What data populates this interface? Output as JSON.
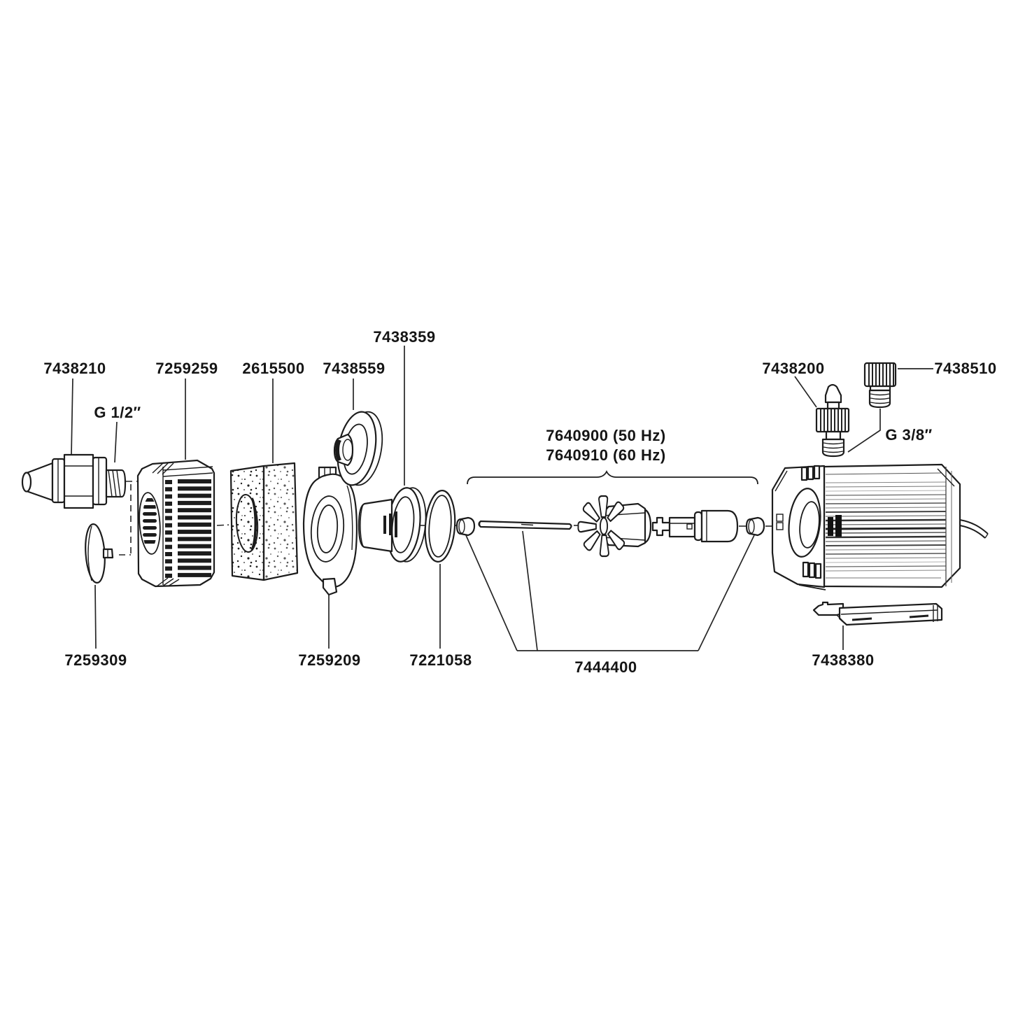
{
  "diagram": {
    "kind": "exploded-parts-diagram",
    "background": "#ffffff",
    "line_color": "#1c1c1c",
    "label_color": "#151515"
  },
  "labels": {
    "p7438210": "7438210",
    "p7259259": "7259259",
    "p2615500": "2615500",
    "p7438559": "7438559",
    "p7438359": "7438359",
    "thread_left": "G 1/2″",
    "assembly_50hz": "7640900 (50 Hz)",
    "assembly_60hz": "7640910 (60 Hz)",
    "p7438200": "7438200",
    "p7438510": "7438510",
    "thread_right": "G 3/8″",
    "p7259309": "7259309",
    "p7259209": "7259209",
    "p7221058": "7221058",
    "p7444400": "7444400",
    "p7438380": "7438380"
  }
}
